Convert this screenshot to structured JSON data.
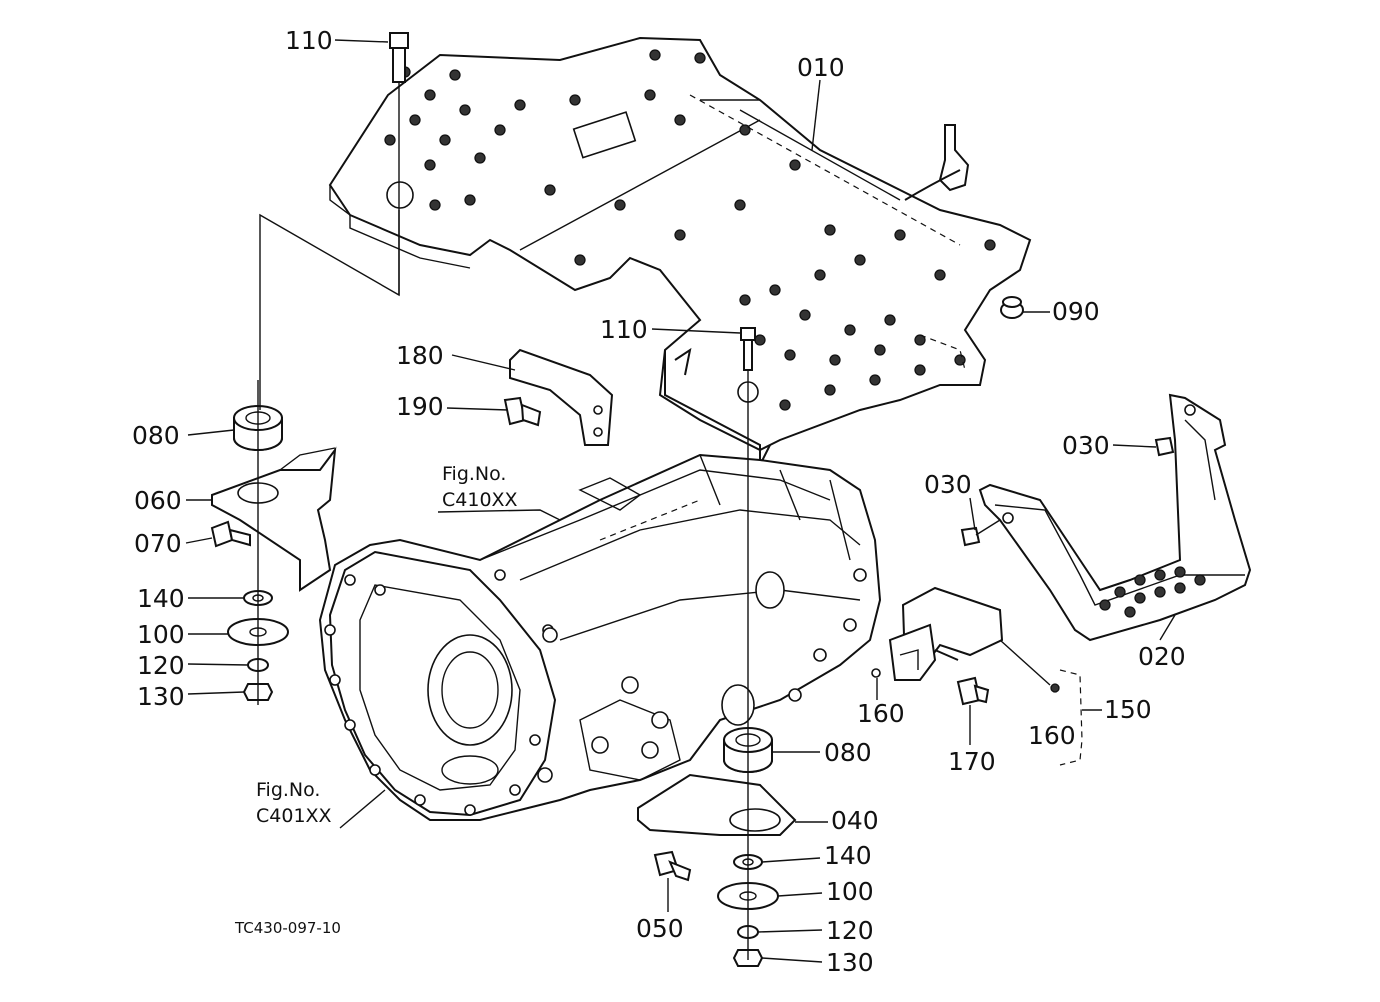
{
  "figure_code": "TC430-097-10",
  "references": [
    {
      "caption": "Fig.No.",
      "code": "C410XX"
    },
    {
      "caption": "Fig.No.",
      "code": "C401XX"
    }
  ],
  "callouts": [
    {
      "id": "bolt-top-left",
      "text": "110"
    },
    {
      "id": "floor-plate",
      "text": "010"
    },
    {
      "id": "rubber-cap",
      "text": "090"
    },
    {
      "id": "bolt-center",
      "text": "110"
    },
    {
      "id": "bracket-upper",
      "text": "180"
    },
    {
      "id": "bolt-bracket",
      "text": "190"
    },
    {
      "id": "mount-left",
      "text": "080"
    },
    {
      "id": "bolt-step-right",
      "text": "030"
    },
    {
      "id": "bolt-step-mid",
      "text": "030"
    },
    {
      "id": "bracket-left",
      "text": "060"
    },
    {
      "id": "bolt-left",
      "text": "070"
    },
    {
      "id": "washer-left",
      "text": "140"
    },
    {
      "id": "washer-big-left",
      "text": "100"
    },
    {
      "id": "lockwasher-left",
      "text": "120"
    },
    {
      "id": "nut-left",
      "text": "130"
    },
    {
      "id": "step",
      "text": "020"
    },
    {
      "id": "pin-small",
      "text": "160"
    },
    {
      "id": "switch-assy",
      "text": "150"
    },
    {
      "id": "pin-small-2",
      "text": "160"
    },
    {
      "id": "bolt-switch",
      "text": "170"
    },
    {
      "id": "mount-right",
      "text": "080"
    },
    {
      "id": "bracket-right",
      "text": "040"
    },
    {
      "id": "washer-right",
      "text": "140"
    },
    {
      "id": "washer-big-right",
      "text": "100"
    },
    {
      "id": "bolt-right",
      "text": "050"
    },
    {
      "id": "lockwasher-right",
      "text": "120"
    },
    {
      "id": "nut-right",
      "text": "130"
    }
  ]
}
